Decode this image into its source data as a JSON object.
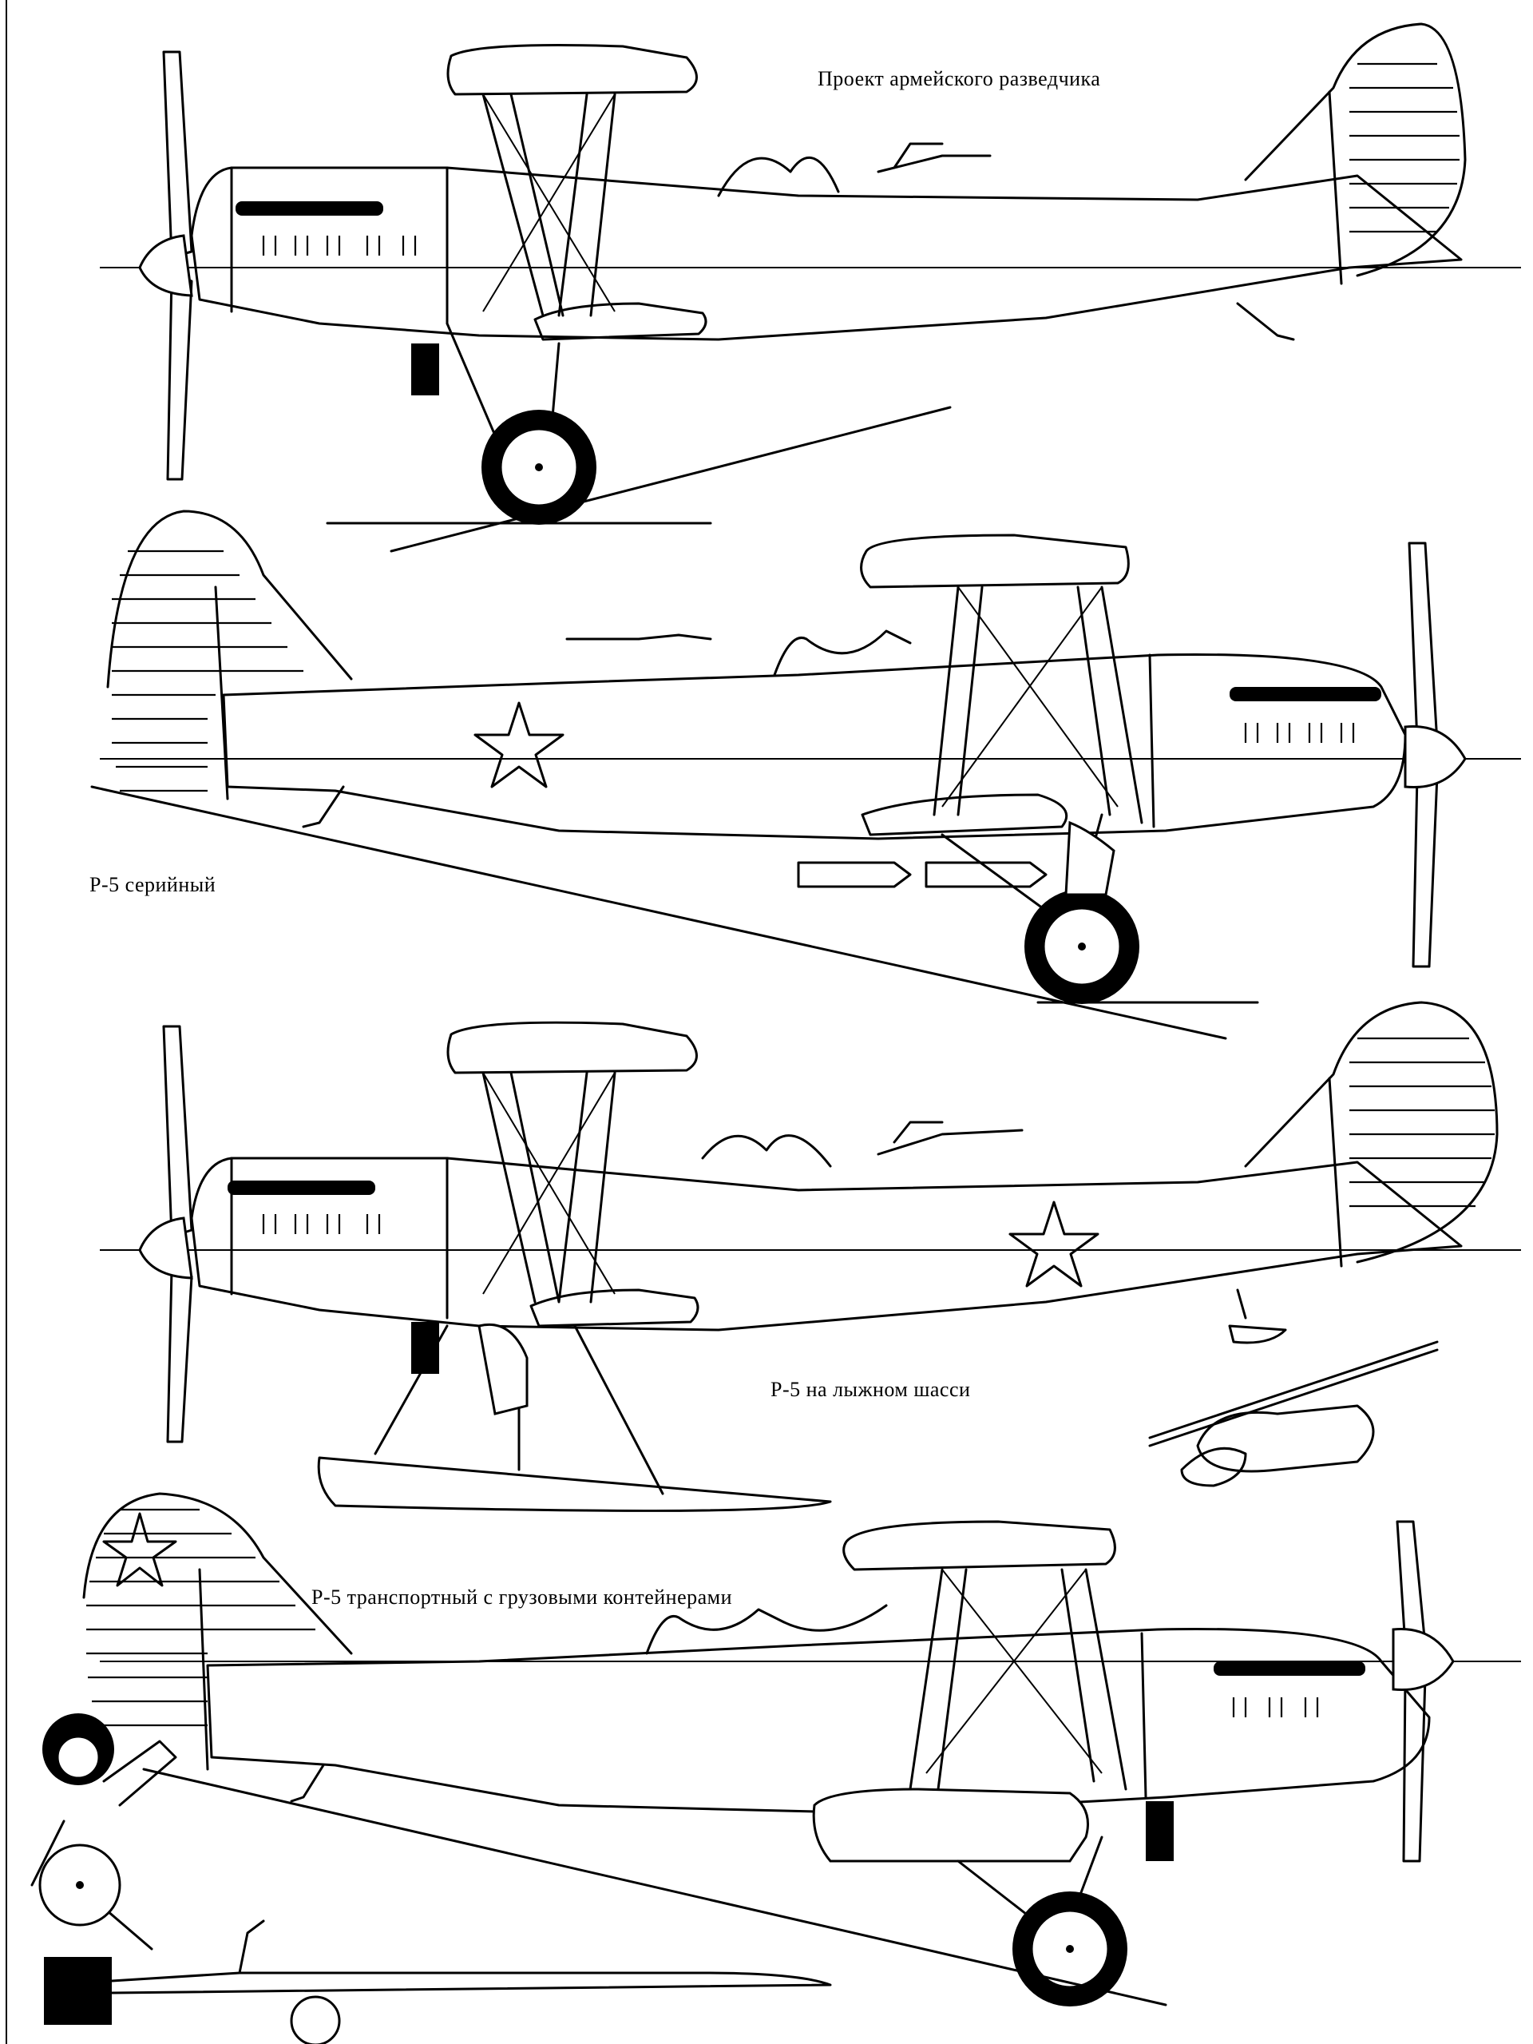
{
  "captions": {
    "recon_project": "Проект армейского разведчика",
    "serial": "Р-5 серийный",
    "ski": "Р-5 на лыжном шасси",
    "transport": "Р-5 транспортный с грузовыми контейнерами"
  }
}
